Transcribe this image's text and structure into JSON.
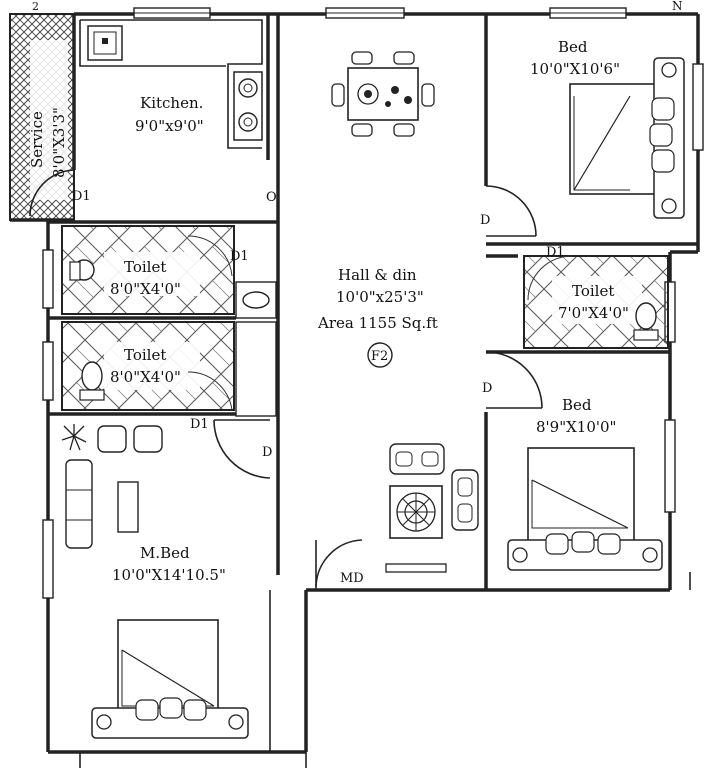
{
  "plan_code": "F2",
  "north_mark": "N",
  "corner_mark": "2",
  "rooms": {
    "service": {
      "name": "Service",
      "size": "8'0\"X3'3\""
    },
    "kitchen": {
      "name": "Kitchen.",
      "size": "9'0\"x9'0\""
    },
    "hall": {
      "name": "Hall & din",
      "size": "10'0\"x25'3\"",
      "area": "Area 1155 Sq.ft"
    },
    "bed_top": {
      "name": "Bed",
      "size": "10'0\"X10'6\""
    },
    "toilet_1": {
      "name": "Toilet",
      "size": "8'0\"X4'0\""
    },
    "toilet_2": {
      "name": "Toilet",
      "size": "8'0\"X4'0\""
    },
    "toilet_right": {
      "name": "Toilet",
      "size": "7'0\"X4'0\""
    },
    "bed_right": {
      "name": "Bed",
      "size": "8'9\"X10'0\""
    },
    "master_bed": {
      "name": "M.Bed",
      "size": "10'0\"X14'10.5\""
    }
  },
  "door_tags": {
    "d1_service": "D1",
    "kitchen_opening": "O",
    "d1_toilet_top": "D1",
    "d1_toilet_right": "D1",
    "d1_toilet_low": "D1",
    "d_bed_top": "D",
    "d_bed_right": "D",
    "d_master": "D",
    "main_door": "MD"
  }
}
